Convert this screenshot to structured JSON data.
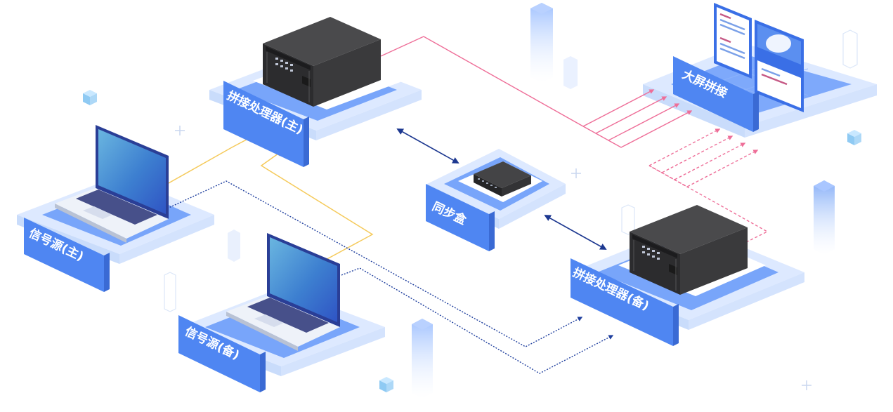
{
  "labels": {
    "main_processor": "拼接处理器(主)",
    "backup_processor": "拼接处理器(备)",
    "sync_box": "同步盒",
    "big_screen": "大屏拼接",
    "main_source": "信号源(主)",
    "backup_source": "信号源(备)"
  },
  "colors": {
    "platform_top": "#dde9ff",
    "platform_side": "#c9dcfb",
    "platform_inner": "#6d9dfa",
    "label_plate": "#4f86f2",
    "label_text": "#ffffff",
    "line_yellow": "#f5ca5b",
    "line_pink": "#ee6e98",
    "line_pink_dashed": "#ee6e98",
    "line_blue_dotted": "#1f3f9e",
    "sync_arrow": "#1d3890",
    "device_dark": "#2c2c2e"
  }
}
